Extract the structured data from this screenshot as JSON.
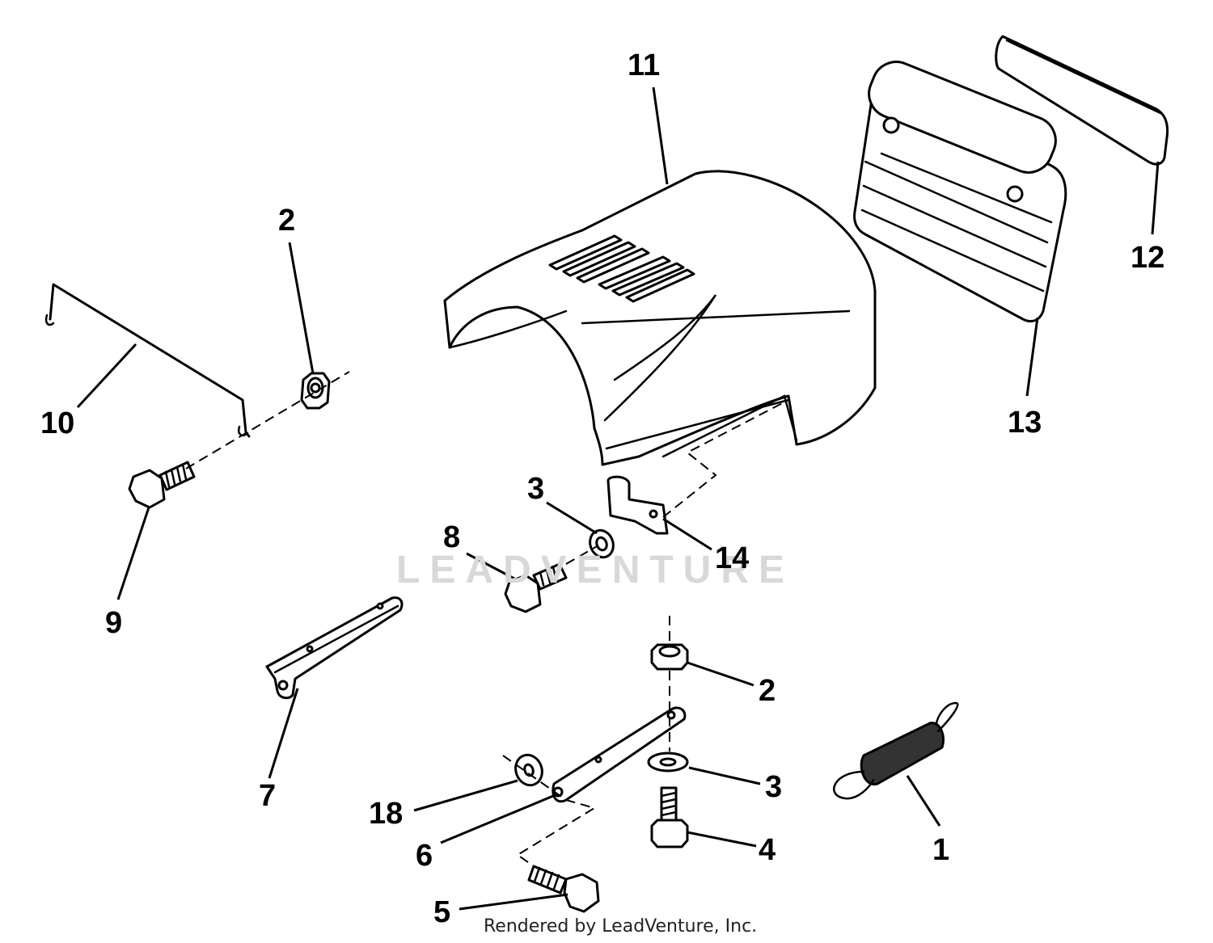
{
  "callouts": {
    "c1": "1",
    "c2a": "2",
    "c2b": "2",
    "c3a": "3",
    "c3b": "3",
    "c4": "4",
    "c5": "5",
    "c6": "6",
    "c7": "7",
    "c8": "8",
    "c9": "9",
    "c10": "10",
    "c11": "11",
    "c12": "12",
    "c13": "13",
    "c14": "14",
    "c18": "18"
  },
  "watermark": "LEADVENTURE",
  "footer": "Rendered by LeadVenture, Inc."
}
